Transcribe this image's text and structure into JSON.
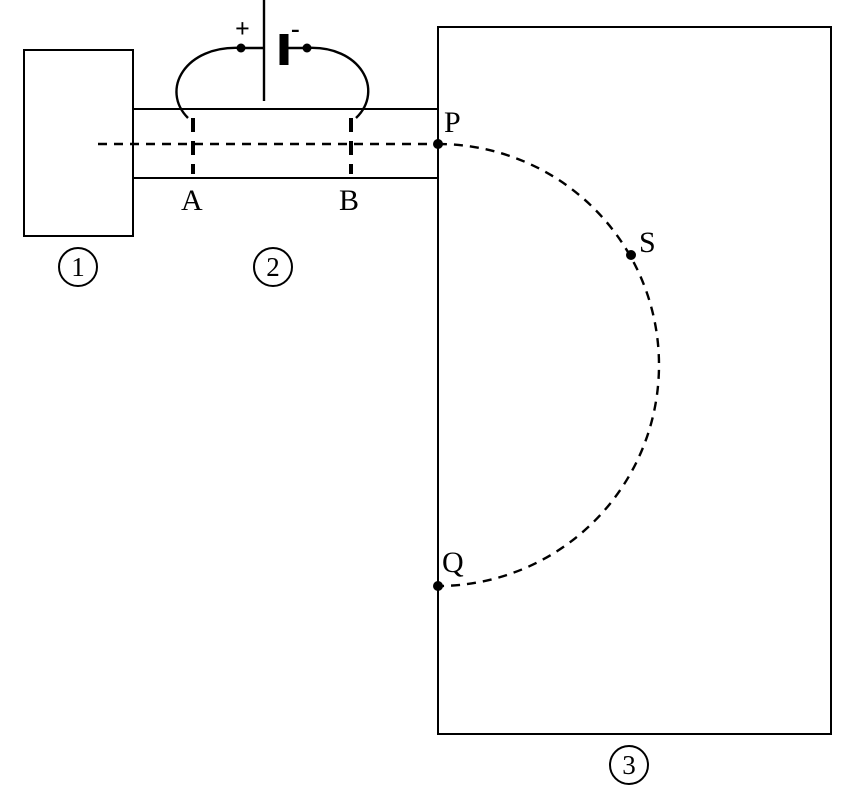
{
  "labels": {
    "plate_a": "A",
    "plate_b": "B",
    "point_p": "P",
    "point_q": "Q",
    "point_s": "S",
    "plus": "+",
    "minus": "-"
  },
  "regions": {
    "source": "1",
    "accelerator": "2",
    "field_region": "3"
  }
}
